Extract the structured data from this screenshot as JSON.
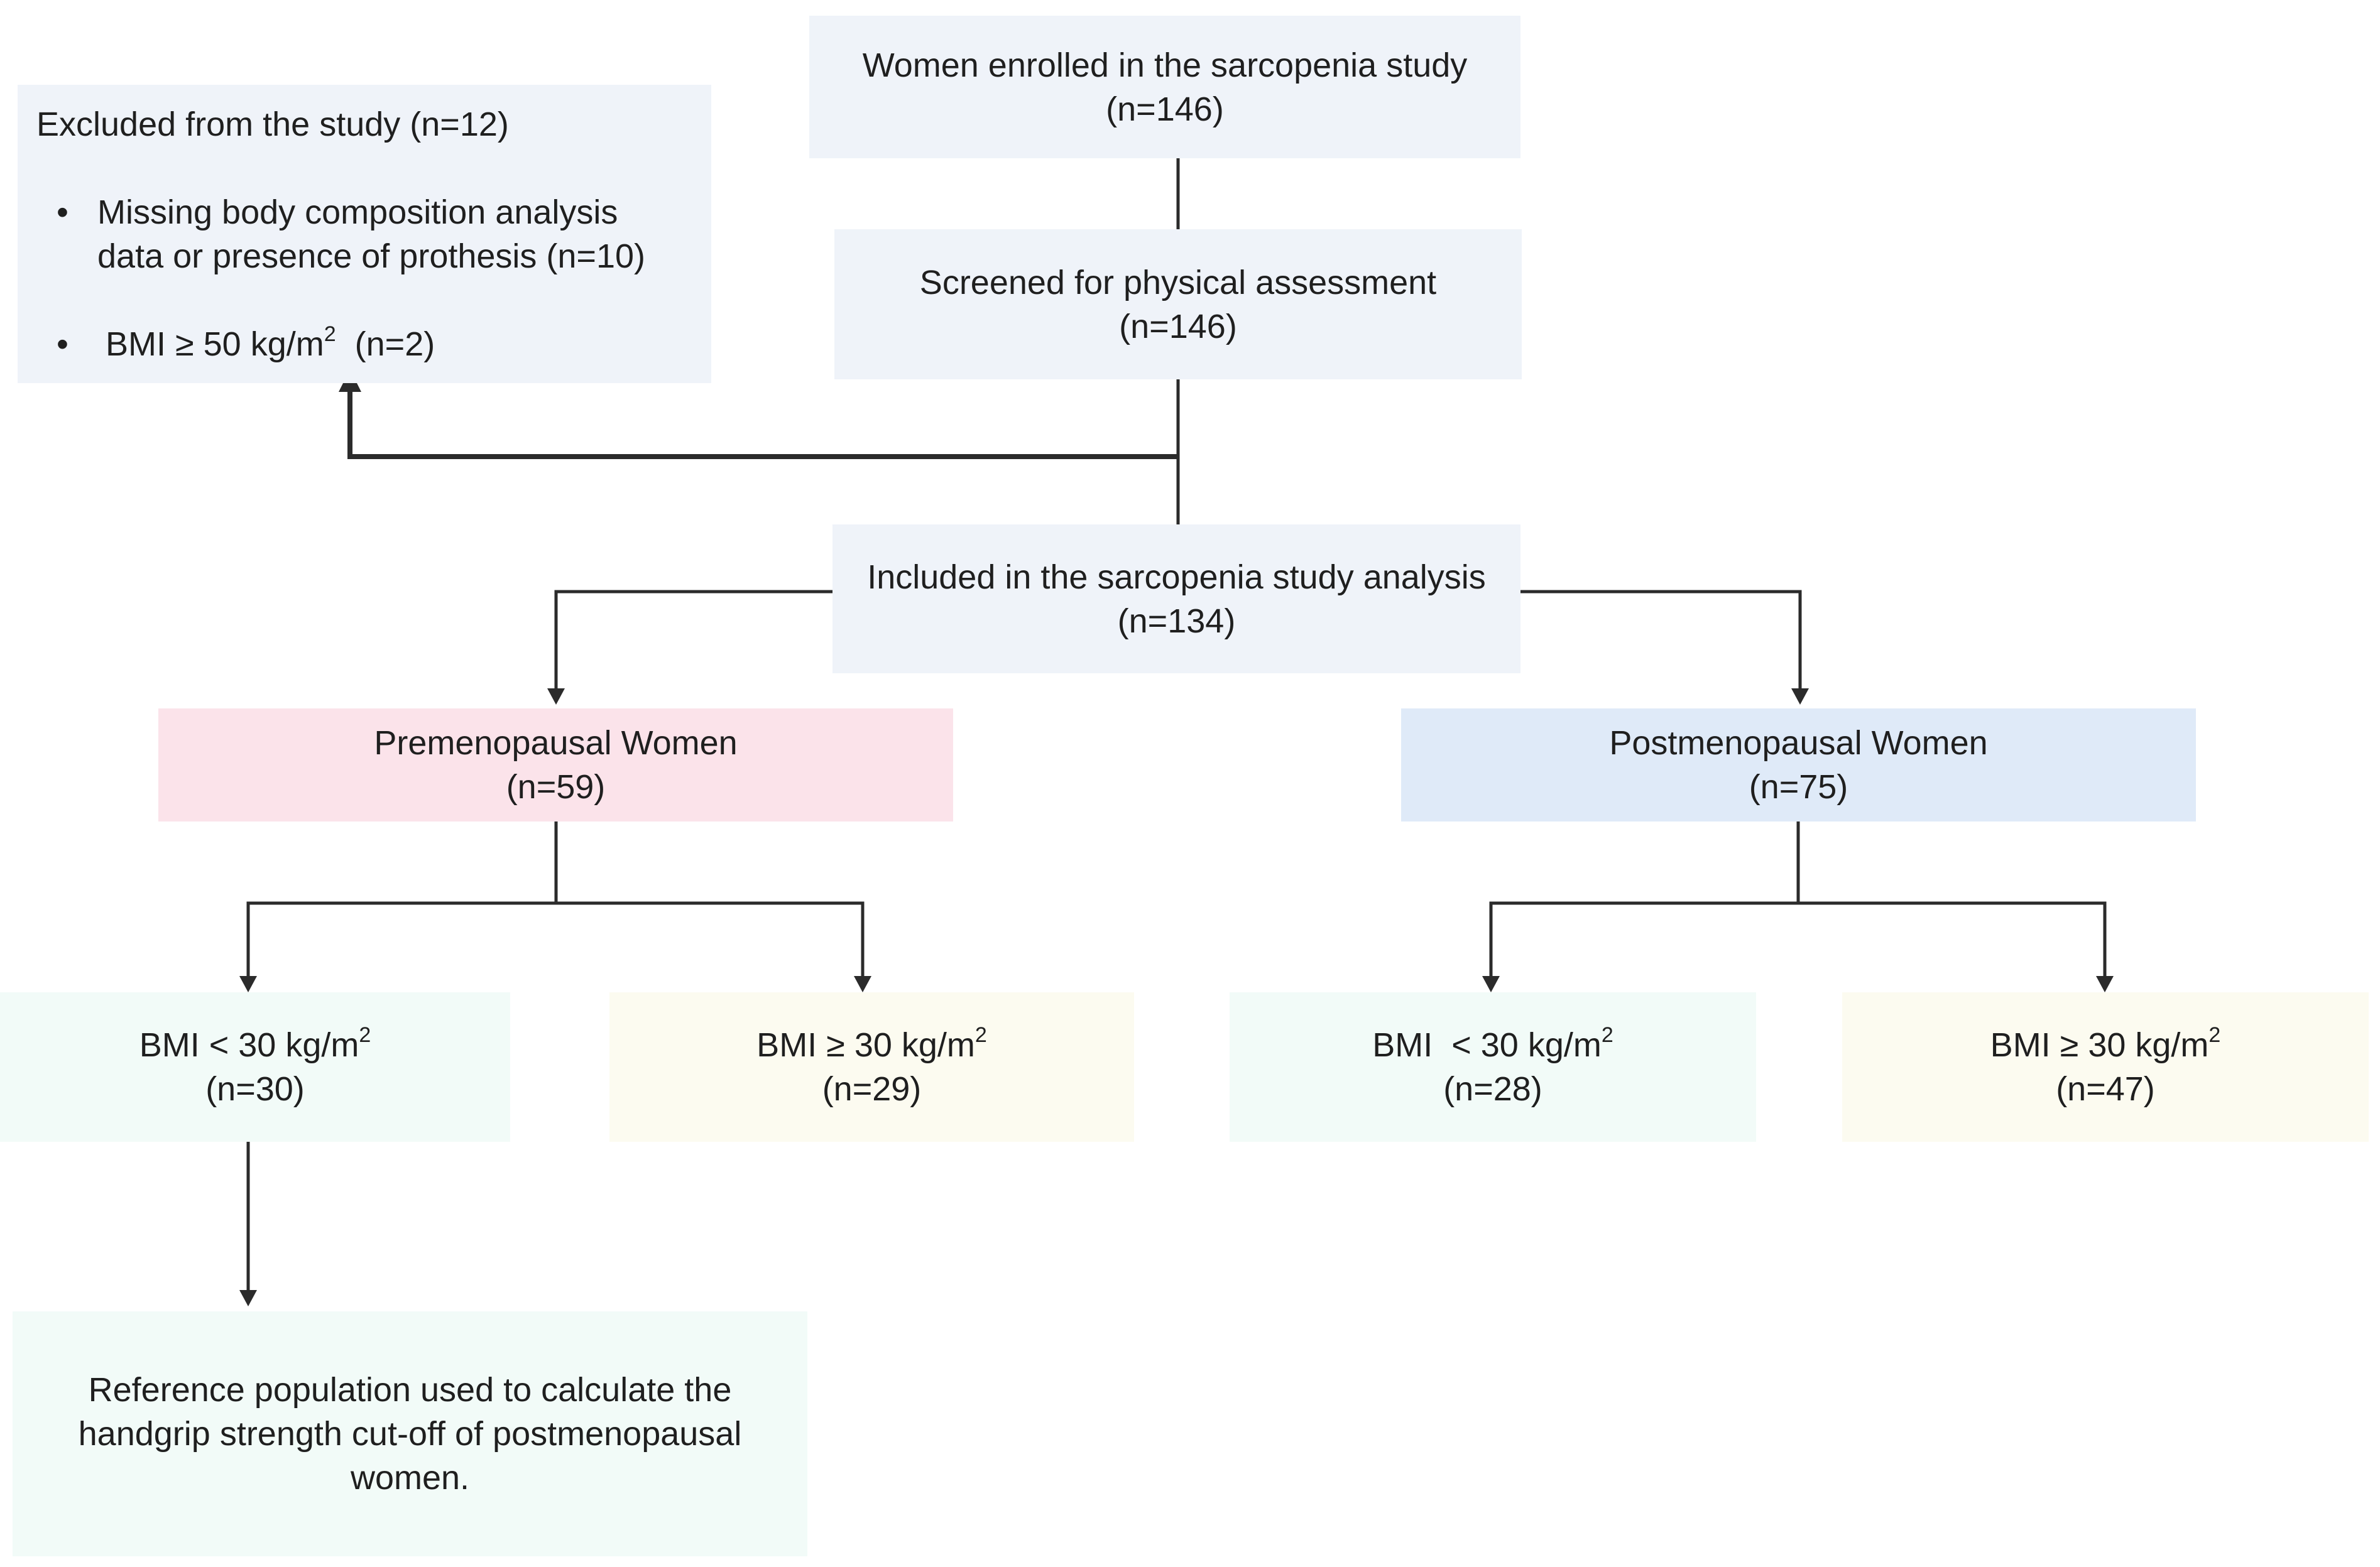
{
  "enrolled": {
    "title": "Women enrolled in the sarcopenia study",
    "n": "(n=146)"
  },
  "screened": {
    "title": "Screened for physical assessment",
    "n": "(n=146)"
  },
  "excluded": {
    "title": "Excluded from the study (n=12)",
    "bullet": "•",
    "item1_line1": "Missing body composition analysis",
    "item1_line2": "data or presence of prothesis (n=10)",
    "item2_prefix": "BMI ≥ 50 kg/m",
    "item2_sup": "2",
    "item2_suffix": "  (n=2)"
  },
  "included": {
    "title": "Included in the sarcopenia study analysis",
    "n": "(n=134)"
  },
  "premenopausal": {
    "title": "Premenopausal Women",
    "n": "(n=59)"
  },
  "postmenopausal": {
    "title": "Postmenopausal Women",
    "n": "(n=75)"
  },
  "pre_low": {
    "label": "BMI < 30 kg/m",
    "sup": "2",
    "n": "(n=30)"
  },
  "pre_high": {
    "label": "BMI ≥ 30 kg/m",
    "sup": "2",
    "n": "(n=29)"
  },
  "post_low": {
    "label": "BMI  < 30 kg/m",
    "sup": "2",
    "n": "(n=28)"
  },
  "post_high": {
    "label": "BMI ≥ 30 kg/m",
    "sup": "2",
    "n": "(n=47)"
  },
  "reference": {
    "text": "Reference population used to calculate the handgrip strength cut-off of postmenopausal women."
  },
  "colors": {
    "neutral_box": "#eff3f9",
    "premenopausal_box": "#fbe3ea",
    "postmenopausal_box": "#dfeaf8",
    "bmi_low_box": "#f2fbf8",
    "bmi_high_box": "#fcfbf0",
    "connector": "#2b2b2b"
  }
}
